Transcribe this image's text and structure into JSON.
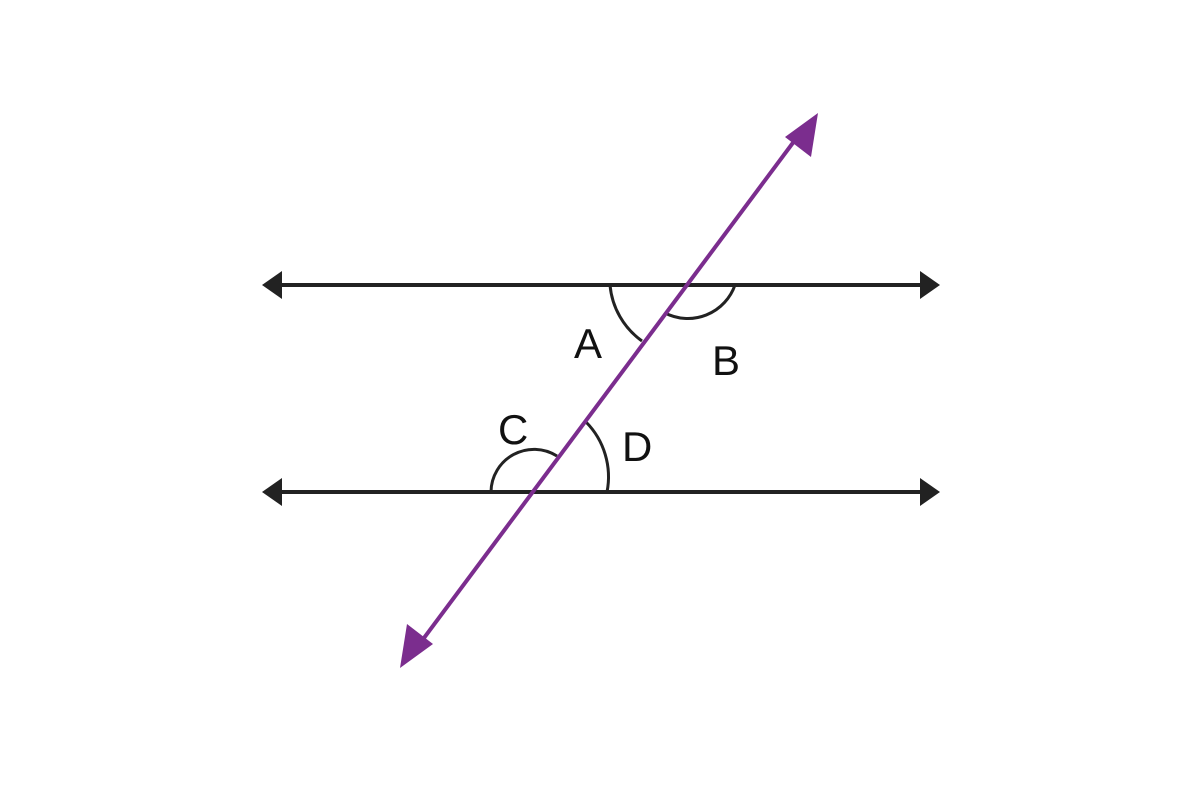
{
  "colors": {
    "background": "#ffffff",
    "parallel_lines": "#222222",
    "transversal": "#7b2d8e",
    "angle_arcs": "#222222",
    "labels": "#111111"
  },
  "lines": {
    "top": "parallel-line",
    "bottom": "parallel-line",
    "transversal": "transversal-line"
  },
  "angles": {
    "A": "A",
    "B": "B",
    "C": "C",
    "D": "D"
  }
}
